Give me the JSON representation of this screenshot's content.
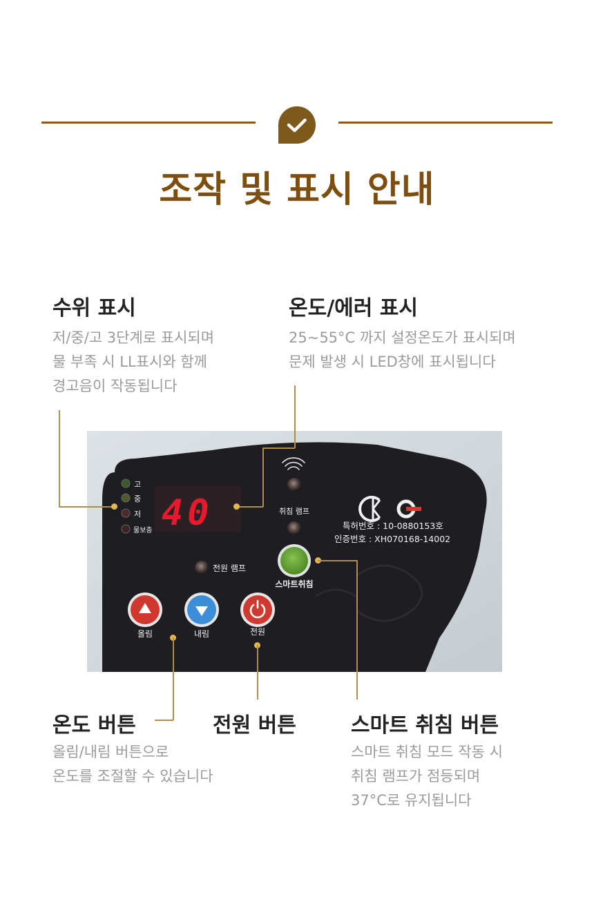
{
  "header": {
    "title": "조작 및 표시 안내"
  },
  "callouts": {
    "water_level": {
      "title": "수위 표시",
      "desc": [
        "저/중/고 3단계로 표시되며",
        "물 부족 시 LL표시와 함께",
        "경고음이 작동됩니다"
      ]
    },
    "temp_error": {
      "title": "온도/에러 표시",
      "desc": [
        "25~55°C 까지 설정온도가 표시되며",
        "문제 발생 시 LED창에 표시됩니다"
      ]
    },
    "temp_button": {
      "title": "온도 버튼",
      "desc": [
        "올림/내림 버튼으로",
        "온도를 조절할 수 있습니다"
      ]
    },
    "power_button": {
      "title": "전원 버튼"
    },
    "sleep_button": {
      "title": "스마트 취침 버튼",
      "desc": [
        "스마트 취침 모드 작동 시",
        "취침 램프가 점등되며",
        "37°C로 유지됩니다"
      ]
    }
  },
  "panel": {
    "display_value": "40",
    "level_labels": [
      "고",
      "중",
      "저",
      "물보충"
    ],
    "sleep_lamp_label": "취침 램프",
    "power_lamp_label": "전원 램프",
    "smart_sleep_label": "스마트취침",
    "patent_no": "특허번호 : 10-0880153호",
    "cert_no": "인증번호 :  XH070168-14002",
    "buttons": {
      "up_label": "올림",
      "down_label": "내림",
      "power_label": "전원"
    },
    "icons": [
      "kc-mark-icon",
      "g-mark-icon",
      "wifi-signal-icon",
      "up-arrow-icon",
      "down-arrow-icon",
      "power-icon"
    ]
  },
  "colors": {
    "accent": "#7d4e0d",
    "line": "#8a5a12",
    "leader": "#b08f4d",
    "dot": "#e3b650",
    "led": "#e8192c",
    "panel": "#1e1e22",
    "btn_red": "#d0382f",
    "btn_blue": "#3d8ed8",
    "btn_green": "#6aa33a"
  }
}
